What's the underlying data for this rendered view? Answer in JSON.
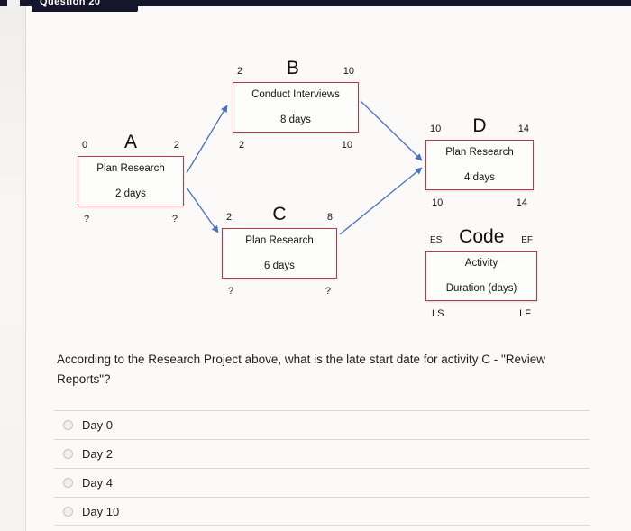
{
  "header": {
    "title": "Question 20"
  },
  "diagram": {
    "nodes": [
      {
        "id": "A",
        "es": "0",
        "ef": "2",
        "name": "Plan Research",
        "duration": "2 days",
        "ls": "?",
        "lf": "?"
      },
      {
        "id": "B",
        "es": "2",
        "ef": "10",
        "name": "Conduct Interviews",
        "duration": "8 days",
        "ls": "2",
        "lf": "10"
      },
      {
        "id": "C",
        "es": "2",
        "ef": "8",
        "name": "Plan Research",
        "duration": "6 days",
        "ls": "?",
        "lf": "?"
      },
      {
        "id": "D",
        "es": "10",
        "ef": "14",
        "name": "Plan Research",
        "duration": "4 days",
        "ls": "10",
        "lf": "14"
      }
    ],
    "legend": {
      "es_label": "ES",
      "code_label": "Code",
      "ef_label": "EF",
      "activity_label": "Activity",
      "duration_label": "Duration (days)",
      "ls_label": "LS",
      "lf_label": "LF"
    },
    "colors": {
      "box_border": "#b43a4e",
      "arrow": "#4a6fc8"
    }
  },
  "question": {
    "text": "According to the Research Project above, what is the late start date for activity C - \"Review Reports\"?"
  },
  "options": [
    {
      "label": "Day 0"
    },
    {
      "label": "Day 2"
    },
    {
      "label": "Day 4"
    },
    {
      "label": "Day 10"
    }
  ]
}
